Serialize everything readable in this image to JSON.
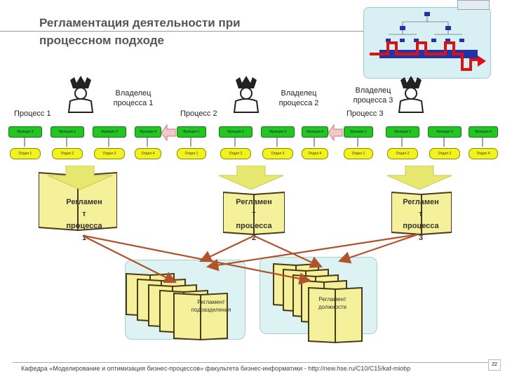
{
  "title": "Регламентация деятельности при\nпроцессном подходе",
  "owners": [
    {
      "label": "Владелец\nпроцесса 1"
    },
    {
      "label": "Владелец\nпроцесса 2"
    },
    {
      "label": "Владелец\nпроцесса 3"
    }
  ],
  "processes": [
    "Процесс 1",
    "Процесс 2",
    "Процесс 3"
  ],
  "functions": [
    "Функция 1",
    "Функция 2",
    "Функция 3",
    "Функция 4",
    "Функция 1",
    "Функция 2",
    "Функция 3",
    "Функция 4",
    "Функция 1",
    "Функция 2",
    "Функция 3",
    "Функция 4"
  ],
  "departments": [
    "Отдел 1",
    "Отдел 2",
    "Отдел 3",
    "Отдел 4",
    "Отдел 1",
    "Отдел 2",
    "Отдел 3",
    "Отдел 4",
    "Отдел 1",
    "Отдел 2",
    "Отдел 3",
    "Отдел 4"
  ],
  "regulations": [
    {
      "line1": "Регламен",
      "line2": "т",
      "line3": "процесса",
      "line4": "1"
    },
    {
      "line1": "Регламен",
      "line2": "т",
      "line3": "процесса",
      "line4": "2"
    },
    {
      "line1": "Регламен",
      "line2": "т",
      "line3": "процесса",
      "line4": "3"
    }
  ],
  "dept_regulation": {
    "line1": "Регламент",
    "line2": "подразделения"
  },
  "position_regulation": {
    "line1": "Регламент",
    "line2": "должности"
  },
  "footer": "Кафедра «Моделирование и оптимизация бизнес-процессов» факультета бизнес-информатики - http://new.hse.ru/C10/C15/kaf-miobp",
  "page_number": "22",
  "colors": {
    "function_fill": "#22c522",
    "department_fill": "#f2f21c",
    "arrow": "#b0522c",
    "book": "#f5f09a",
    "panel": "#ddf3f3"
  }
}
